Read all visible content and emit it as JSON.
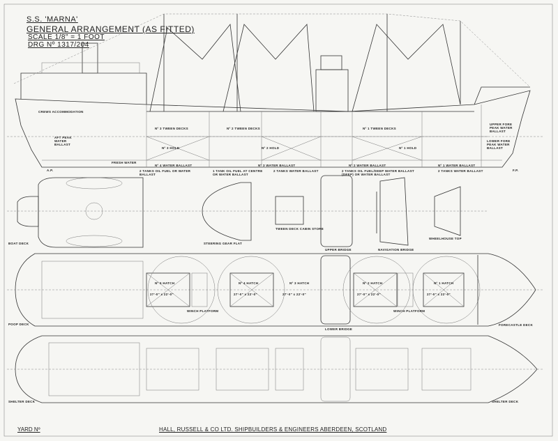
{
  "title_block": {
    "ship": "S.S. 'MARNA'",
    "drawing": "GENERAL ARRANGEMENT (AS FITTED)",
    "scale": "SCALE 1/8\" = 1 FOOT",
    "drawing_no": "DRG Nº 1317/204"
  },
  "footer": {
    "yard": "YARD Nº",
    "builder": "HALL, RUSSELL & CO LTD. SHIPBUILDERS & ENGINEERS ABERDEEN, SCOTLAND"
  },
  "profile_labels": {
    "crews_accommodation": "CREWS ACCOMMODATION",
    "tween3": "Nº 3 TWEEN DECKS",
    "tween2": "Nº 2 TWEEN DECKS",
    "tween1": "Nº 1 TWEEN DECKS",
    "hold3": "Nº 3 HOLD",
    "hold2": "Nº 2 HOLD",
    "hold1": "Nº 1 HOLD",
    "aft_peak": "AFT PEAK WATER BALLAST",
    "fresh_water": "FRESH WATER",
    "upper_fore_peak": "UPPER FORE PEAK WATER BALLAST",
    "lower_fore_peak": "LOWER FORE PEAK WATER BALLAST",
    "wb4": "Nº 4 WATER BALLAST",
    "wb3": "Nº 3 WATER BALLAST",
    "wb2": "Nº 2 WATER BALLAST",
    "wb1": "Nº 1 WATER BALLAST",
    "tanks_aft": "2 TANKS OIL FUEL OR WATER BALLAST",
    "tank_centre": "1 TANK OIL FUEL AT CENTRE OR WATER BALLAST",
    "tanks_2": "2 TANKS WATER BALLAST",
    "tanks_deep": "2 TANKS OIL FUEL/DEEP WATER BALLAST (DEEP) OR WATER BALLAST",
    "tanks_fwd": "2 TANKS WATER BALLAST",
    "ap": "A.P.",
    "fp": "F.P."
  },
  "plan_labels": {
    "boat_deck": "BOAT DECK",
    "steering_gear_flat": "STEERING GEAR FLAT",
    "tween_deck_store": "TWEEN DECK CABIN STORE",
    "upper_bridge": "UPPER BRIDGE",
    "navigation_bridge": "NAVIGATION BRIDGE",
    "wheelhouse_top": "WHEELHOUSE TOP",
    "poop_deck": "POOP DECK",
    "lower_bridge": "LOWER BRIDGE",
    "forecastle_deck": "FORECASTLE DECK",
    "shelter_deck": "SHELTER DECK",
    "winch_platform": "WINCH PLATFORM",
    "hatches": [
      {
        "name": "Nº 5 HATCH",
        "size": "27'-0\" x 22'-0\""
      },
      {
        "name": "Nº 4 HATCH",
        "size": "27'-0\" x 22'-0\""
      },
      {
        "name": "Nº 3 HATCH",
        "size": "27'-0\" x 22'-0\""
      },
      {
        "name": "Nº 2 HATCH",
        "size": "27'-0\" x 22'-0\""
      },
      {
        "name": "Nº 1 HATCH",
        "size": "27'-0\" x 22'-0\""
      }
    ]
  }
}
